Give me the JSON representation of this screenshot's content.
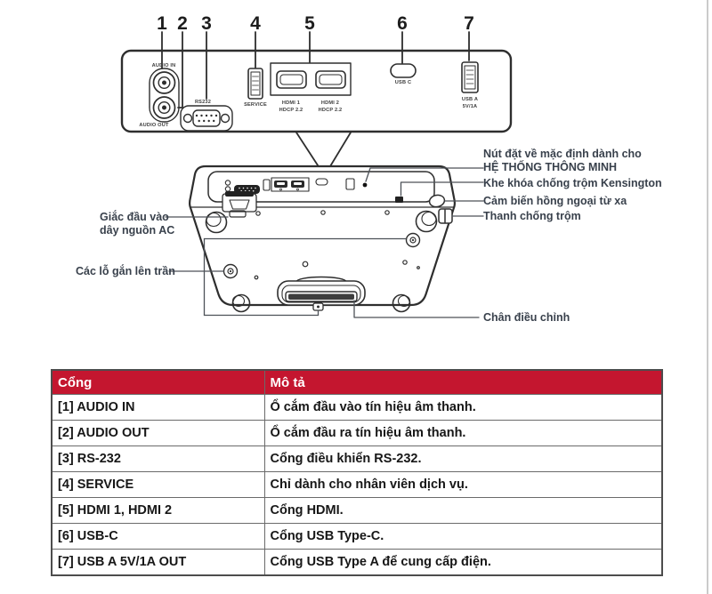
{
  "colors": {
    "table_header_bg": "#c4162f",
    "table_header_text": "#ffffff",
    "diagram_stroke": "#2e2e2e",
    "label_text": "#39414c",
    "page_edge": "#cbcbcb"
  },
  "rear_panel": {
    "numbers": [
      "1",
      "2",
      "3",
      "4",
      "5",
      "6",
      "7"
    ],
    "ports": {
      "audio_in": "AUDIO IN",
      "audio_out": "AUDIO OUT",
      "rs232": "RS232",
      "service": "SERVICE",
      "hdmi1_line1": "HDMI 1",
      "hdmi1_line2": "HDCP 2.2",
      "hdmi2_line1": "HDMI 2",
      "hdmi2_line2": "HDCP 2.2",
      "usb_c": "USB C",
      "usb_a_line1": "USB A",
      "usb_a_line2": "5V/1A"
    }
  },
  "bottom_view": {
    "labels": {
      "reset_line1": "Nút đặt về mặc định dành cho",
      "reset_line2": "HỆ THỐNG THÔNG MINH",
      "kensington": "Khe khóa chống trộm Kensington",
      "ir_sensor": "Cảm biến hồng ngoại từ xa",
      "security_bar": "Thanh chống trộm",
      "ac_line1": "Giắc đầu vào",
      "ac_line2": "dây nguồn AC",
      "ceiling_holes": "Các lỗ gắn lên trần",
      "adjust_foot": "Chân điều chỉnh"
    }
  },
  "table": {
    "headers": [
      "Cổng",
      "Mô tả"
    ],
    "rows": [
      {
        "port": "[1] AUDIO IN",
        "desc": "Ổ cắm đầu vào tín hiệu âm thanh."
      },
      {
        "port": "[2] AUDIO OUT",
        "desc": "Ổ cắm đầu ra tín hiệu âm thanh."
      },
      {
        "port": "[3] RS-232",
        "desc": "Cổng điều khiển RS-232."
      },
      {
        "port": "[4] SERVICE",
        "desc": "Chỉ dành cho nhân viên dịch vụ."
      },
      {
        "port": "[5] HDMI 1, HDMI 2",
        "desc": "Cổng HDMI."
      },
      {
        "port": "[6] USB-C",
        "desc": "Cổng USB Type-C."
      },
      {
        "port": "[7] USB A 5V/1A OUT",
        "desc": "Cổng USB Type A để cung cấp điện."
      }
    ]
  }
}
